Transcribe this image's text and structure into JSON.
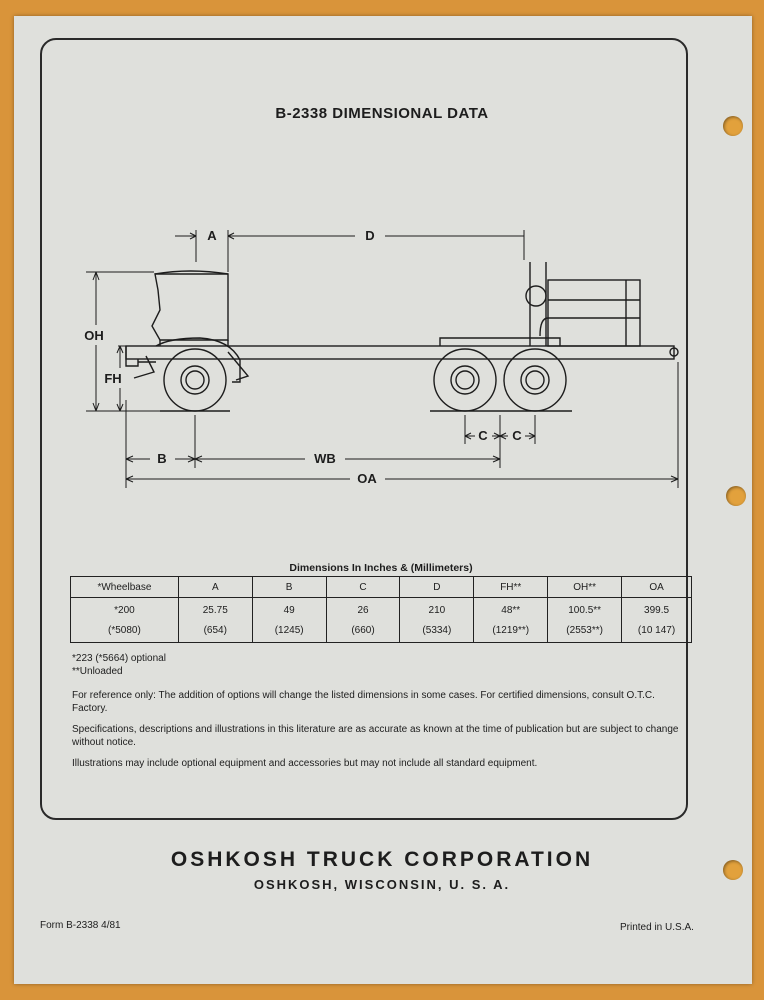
{
  "title": "B-2338 DIMENSIONAL DATA",
  "diagram": {
    "labels": {
      "a": "A",
      "d": "D",
      "oh": "OH",
      "fh": "FH",
      "c1": "C",
      "c2": "C",
      "b": "B",
      "wb": "WB",
      "oa": "OA"
    }
  },
  "table": {
    "caption": "Dimensions In Inches & (Millimeters)",
    "headers": [
      "*Wheelbase",
      "A",
      "B",
      "C",
      "D",
      "FH**",
      "OH**",
      "OA"
    ],
    "inches": [
      "*200",
      "25.75",
      "49",
      "26",
      "210",
      "48**",
      "100.5**",
      "399.5"
    ],
    "mm": [
      "(*5080)",
      "(654)",
      "(1245)",
      "(660)",
      "(5334)",
      "(1219**)",
      "(2553**)",
      "(10 147)"
    ]
  },
  "notes": [
    "*223 (*5664) optional",
    "**Unloaded"
  ],
  "paragraphs": [
    "For reference only: The addition of options will change the listed dimensions in some cases. For certified dimensions, consult O.T.C. Factory.",
    "Specifications, descriptions and illustrations in this literature are as accurate as known at the time of publication but are subject to change without notice.",
    "Illustrations may include optional equipment and accessories but may not include all standard equipment."
  ],
  "company": "OSHKOSH TRUCK CORPORATION",
  "location": "OSHKOSH, WISCONSIN, U. S. A.",
  "form_number": "Form B-2338 4/81",
  "printed": "Printed in U.S.A.",
  "colors": {
    "paper": "#dfe0dc",
    "background": "#d9943a",
    "ink": "#1d1d1d"
  }
}
